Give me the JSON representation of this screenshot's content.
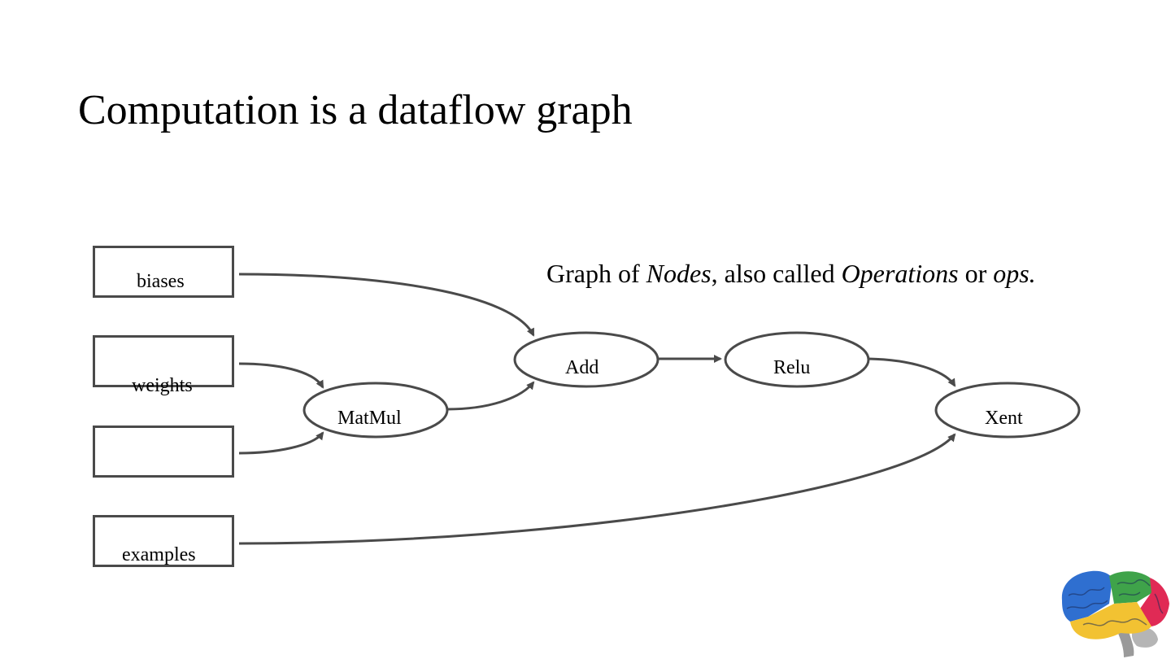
{
  "slide": {
    "title": "Computation is a dataflow graph",
    "caption": {
      "prefix": "Graph of ",
      "term1": "Nodes",
      "middle": ", also called ",
      "term2": "Operations",
      "joiner": " or ",
      "term3": "ops."
    }
  },
  "diagram": {
    "inputs": {
      "biases": "biases",
      "weights": "weights",
      "blank": "",
      "examples": "examples"
    },
    "ops": {
      "add": "Add",
      "relu": "Relu",
      "matmul": "MatMul",
      "xent": "Xent"
    },
    "edges": [
      [
        "biases",
        "Add"
      ],
      [
        "weights",
        "MatMul"
      ],
      [
        "blank",
        "MatMul"
      ],
      [
        "MatMul",
        "Add"
      ],
      [
        "Add",
        "Relu"
      ],
      [
        "Relu",
        "Xent"
      ],
      [
        "examples",
        "Xent"
      ]
    ],
    "stroke_color": "#4a4a4a"
  },
  "logo": {
    "name": "brain-icon"
  }
}
